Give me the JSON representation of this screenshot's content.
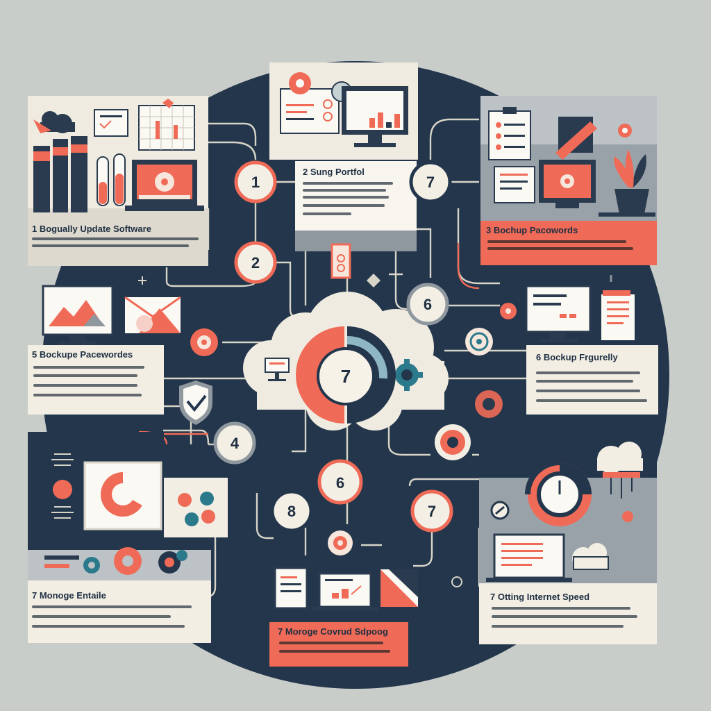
{
  "colors": {
    "background": "#c9cdc9",
    "navy": "#23364b",
    "coral": "#ef6b57",
    "cream": "#f3efe4",
    "slate": "#8f979f",
    "teal": "#2b7a8c"
  },
  "hub": {
    "number": "7"
  },
  "nodes": [
    {
      "id": "n1",
      "number": "1"
    },
    {
      "id": "n2",
      "number": "2"
    },
    {
      "id": "n7top",
      "number": "7"
    },
    {
      "id": "n6",
      "number": "6"
    },
    {
      "id": "n4",
      "number": "4"
    },
    {
      "id": "n6b",
      "number": "6"
    },
    {
      "id": "n8",
      "number": "8"
    },
    {
      "id": "n7b",
      "number": "7"
    }
  ],
  "cards": [
    {
      "id": "update-software",
      "title": "1 Bogually Update Software"
    },
    {
      "id": "sung-portfolio",
      "title": "2 Sung Portfol"
    },
    {
      "id": "backup-passwords",
      "title": "3 Bochup Pacowords"
    },
    {
      "id": "backup-passwords-2",
      "title": "5 Bockupe Pacewordes"
    },
    {
      "id": "backup-frequently",
      "title": "6 Bockup Frgurelly"
    },
    {
      "id": "manage-emails",
      "title": "7 Monoge Entaile"
    },
    {
      "id": "manage-cloud",
      "title": "7 Moroge Covrud Sdpoog"
    },
    {
      "id": "internet-speed",
      "title": "7 Otting Internet Speed"
    }
  ],
  "icons": [
    "cloud-icon",
    "monitor-icon",
    "calendar-chart-icon",
    "binder-icon",
    "laptop-icon",
    "clipboard-icon",
    "pencil-icon",
    "plant-icon",
    "mountain-chart-icon",
    "envelope-icon",
    "shield-check-icon",
    "gear-icon",
    "pie-chart-icon",
    "puzzle-gears-icon",
    "document-icon",
    "at-sign-icon",
    "target-icon",
    "sparkle-icon",
    "tag-icon",
    "diamond-icon"
  ]
}
